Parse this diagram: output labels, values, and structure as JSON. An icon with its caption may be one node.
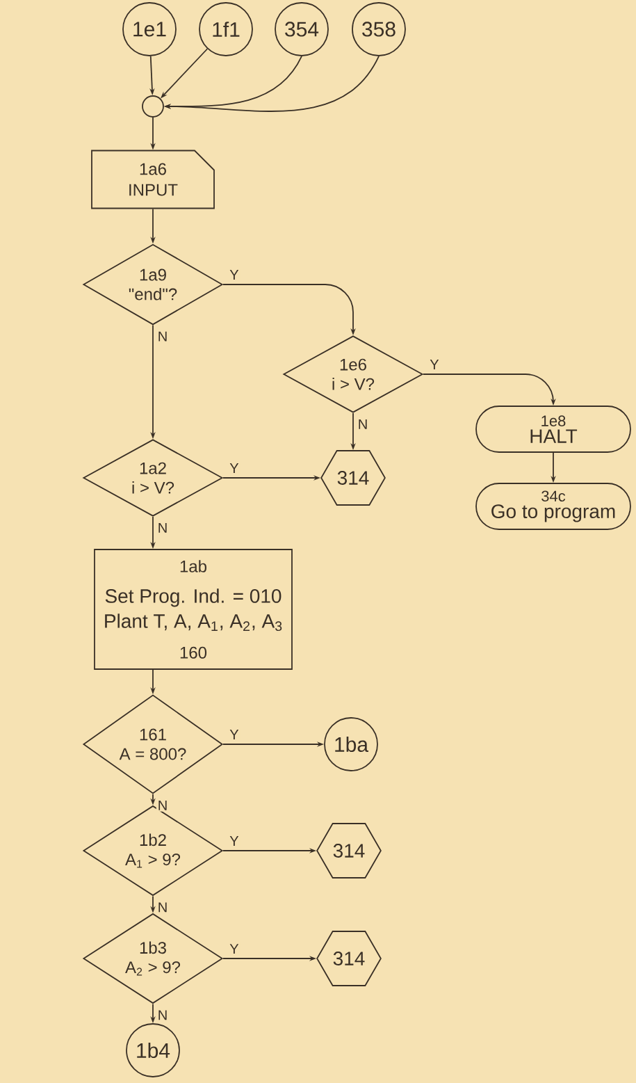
{
  "diagram": {
    "nodes": [
      {
        "text": [
          "1e1"
        ]
      },
      {
        "text": [
          "1f1"
        ]
      },
      {
        "text": [
          "354"
        ]
      },
      {
        "text": [
          "358"
        ]
      },
      {
        "text": [],
        "shape": "circle"
      },
      {
        "text": [
          "1a6",
          "INPUT"
        ]
      },
      {
        "text": [
          "1a9",
          "\"end\"?"
        ]
      },
      {
        "text": [
          "1e6",
          "i > V?"
        ]
      },
      {
        "text": [
          "1a2",
          "i > V?"
        ]
      },
      {
        "text": [
          "314"
        ]
      },
      {
        "text": [
          "1e8",
          "HALT"
        ]
      },
      {
        "text": [
          "34c",
          "Go to program"
        ]
      },
      {
        "text": [
          "1ab",
          "Set Prog. Ind. = 010",
          "Plant T, A, A$_{1}$, A$_{2}$, A$_{3}$",
          "160"
        ]
      },
      {
        "text": [
          "161",
          "A = 800?"
        ]
      },
      {
        "text": [
          "1ba"
        ]
      },
      {
        "text": [
          "1b2",
          "A$_{1}$ > 9?"
        ]
      },
      {
        "text": [
          "314"
        ]
      },
      {
        "text": [
          "1b3",
          "A$_{2}$ > 9?"
        ]
      },
      {
        "text": [
          "314"
        ]
      },
      {
        "text": [
          "1b4"
        ]
      }
    ],
    "edges": [
      {
        "from": 0,
        "to": 4,
        "arrow": "to"
      },
      {
        "from": 1,
        "to": 4,
        "arrow": "to"
      },
      {
        "from": 2,
        "to": 4,
        "arrow": "to"
      },
      {
        "from": 3,
        "to": 4,
        "arrow": "to"
      },
      {
        "from": 4,
        "to": 5,
        "arrow": "to"
      },
      {
        "from": 5,
        "to": 6,
        "arrow": "to"
      },
      {
        "from": 6,
        "to": 7,
        "arrow": "to",
        "label": "Y"
      },
      {
        "from": 6,
        "to": 8,
        "arrow": "to",
        "label": "N"
      },
      {
        "from": 7,
        "to": 10,
        "arrow": "to",
        "label": "Y"
      },
      {
        "from": 7,
        "to": 9,
        "arrow": "to",
        "label": "N"
      },
      {
        "from": 8,
        "to": 9,
        "arrow": "to",
        "label": "Y"
      },
      {
        "from": 8,
        "to": 12,
        "arrow": "to",
        "label": "N"
      },
      {
        "from": 10,
        "to": 11,
        "arrow": "to"
      },
      {
        "from": 12,
        "to": 13,
        "arrow": "to"
      },
      {
        "from": 13,
        "to": 14,
        "arrow": "to",
        "label": "Y"
      },
      {
        "from": 13,
        "to": 15,
        "arrow": "to",
        "label": "N"
      },
      {
        "from": 15,
        "to": 16,
        "arrow": "to",
        "label": "Y"
      },
      {
        "from": 15,
        "to": 17,
        "arrow": "to",
        "label": "N"
      },
      {
        "from": 17,
        "to": 18,
        "arrow": "to",
        "label": "Y"
      },
      {
        "from": 17,
        "to": 19,
        "arrow": "to",
        "label": "N"
      }
    ]
  }
}
